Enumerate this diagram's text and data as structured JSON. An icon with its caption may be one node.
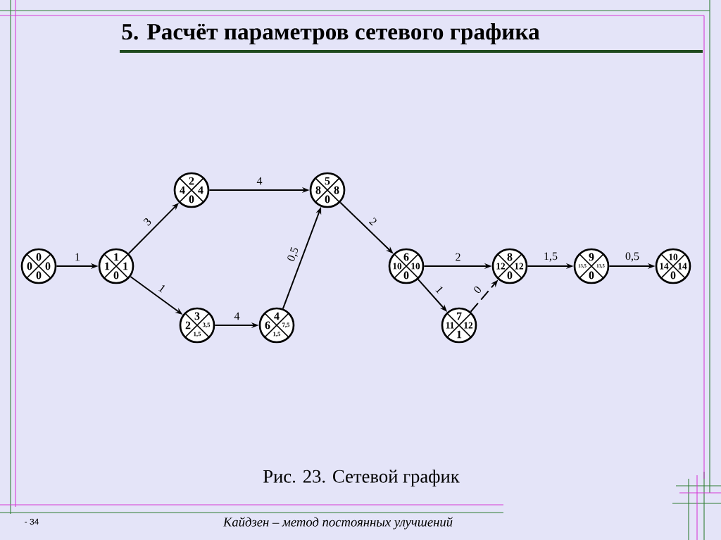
{
  "diagram": {
    "title": "5. Расчёт параметров сетевого графика",
    "caption": "Рис. 23. Сетевой график",
    "nodes": [
      {
        "text": [
          "0",
          "0",
          "0",
          "0"
        ]
      },
      {
        "text": [
          "1",
          "1",
          "1",
          "0"
        ]
      },
      {
        "text": [
          "2",
          "4",
          "4",
          "0"
        ]
      },
      {
        "text": [
          "3",
          "2",
          "3,5",
          "1,5"
        ]
      },
      {
        "text": [
          "4",
          "6",
          "7,5",
          "1,5"
        ]
      },
      {
        "text": [
          "5",
          "8",
          "8",
          "0"
        ]
      },
      {
        "text": [
          "6",
          "10",
          "10",
          "0"
        ]
      },
      {
        "text": [
          "7",
          "11",
          "12",
          "1"
        ]
      },
      {
        "text": [
          "8",
          "12",
          "12",
          "0"
        ]
      },
      {
        "text": [
          "9",
          "13,5",
          "13,5",
          "0"
        ]
      },
      {
        "text": [
          "10",
          "14",
          "14",
          "0"
        ]
      }
    ],
    "edges": [
      {
        "from": 0,
        "to": 1,
        "arrow": "to",
        "label": "1"
      },
      {
        "from": 1,
        "to": 2,
        "arrow": "to",
        "label": "3"
      },
      {
        "from": 1,
        "to": 3,
        "arrow": "to",
        "label": "1"
      },
      {
        "from": 2,
        "to": 5,
        "arrow": "to",
        "label": "4"
      },
      {
        "from": 3,
        "to": 4,
        "arrow": "to",
        "label": "4"
      },
      {
        "from": 4,
        "to": 5,
        "arrow": "to",
        "label": "0,5"
      },
      {
        "from": 5,
        "to": 6,
        "arrow": "to",
        "label": "2"
      },
      {
        "from": 6,
        "to": 8,
        "arrow": "to",
        "label": "2"
      },
      {
        "from": 6,
        "to": 7,
        "arrow": "to",
        "label": "1"
      },
      {
        "from": 7,
        "to": 8,
        "arrow": "to",
        "label": "0",
        "style": "dashed"
      },
      {
        "from": 8,
        "to": 9,
        "arrow": "to",
        "label": "1,5"
      },
      {
        "from": 9,
        "to": 10,
        "arrow": "to",
        "label": "0,5"
      }
    ],
    "labels": [
      "- 34",
      "Кайдзен – метод постоянных улучшений"
    ]
  }
}
